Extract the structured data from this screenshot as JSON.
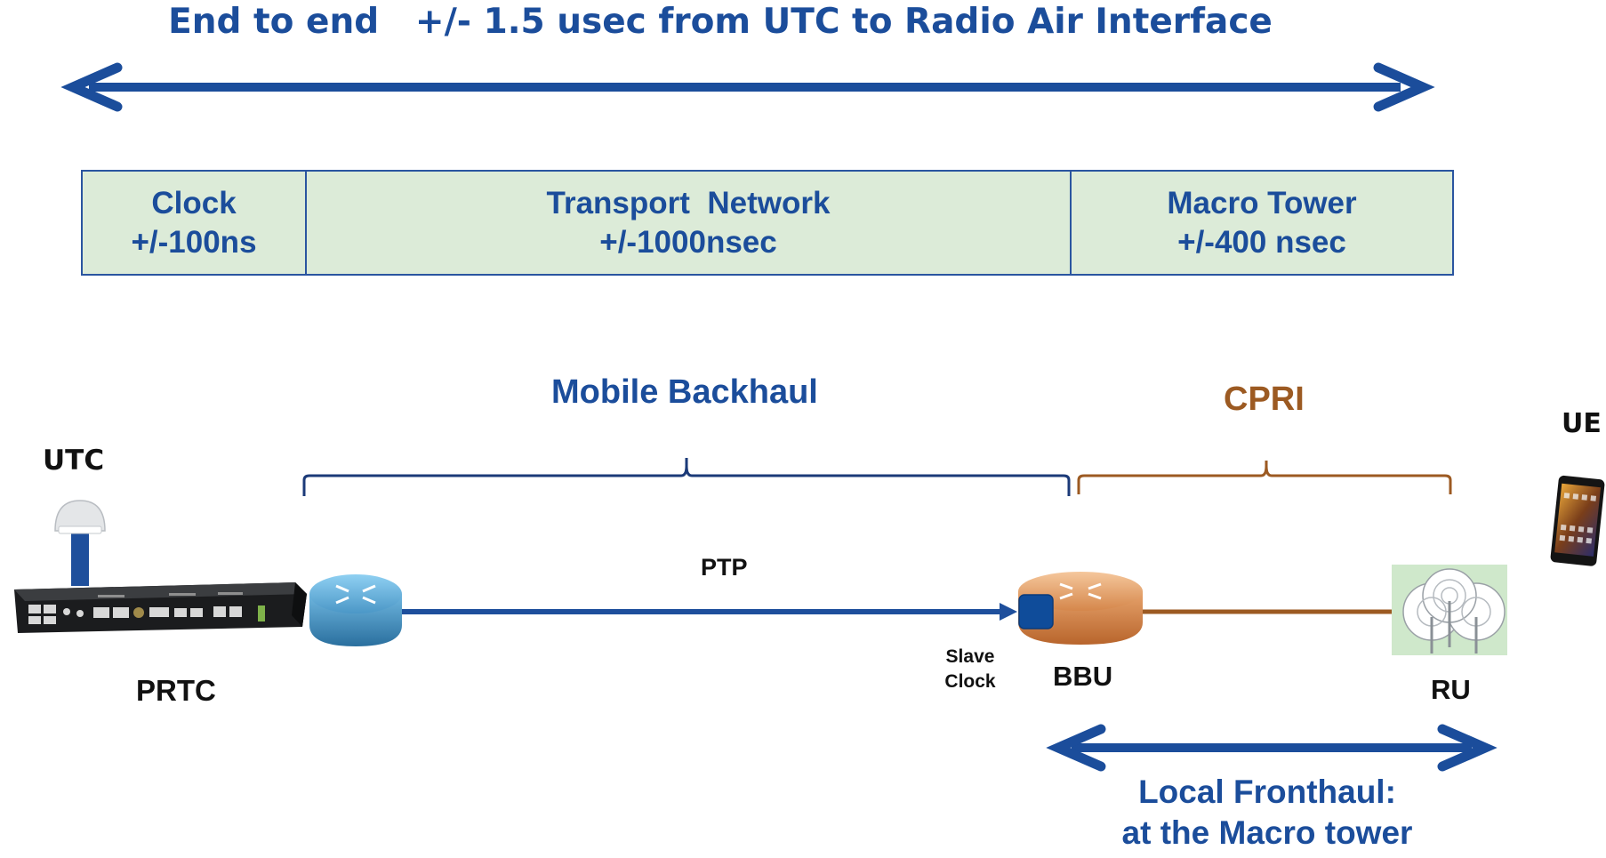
{
  "title": "End to end   +/- 1.5 usec from UTC to Radio Air Interface",
  "budget": [
    {
      "name": "Clock",
      "value": "+/-100ns"
    },
    {
      "name": "Transport  Network",
      "value": "+/-1000nsec"
    },
    {
      "name": "Macro Tower",
      "value": "+/-400 nsec"
    }
  ],
  "labels": {
    "mobile_backhaul": "Mobile Backhaul",
    "cpri": "CPRI",
    "ue": "UE",
    "utc": "UTC",
    "ptp": "PTP",
    "prtc": "PRTC",
    "slave_clock_line1": "Slave",
    "slave_clock_line2": "Clock",
    "bbu": "BBU",
    "ru": "RU",
    "fronthaul_line1": "Local Fronthaul:",
    "fronthaul_line2": "at the Macro tower"
  },
  "icons": {
    "gps_antenna": "gps-antenna-icon",
    "prtc_device": "prtc-clock-device-icon",
    "router": "router-icon",
    "bbu": "bbu-router-icon",
    "ru": "radio-unit-antennas-icon",
    "ue": "smartphone-icon"
  },
  "colors": {
    "accent_blue": "#1b4d9b",
    "cpri_brown": "#9c5a22",
    "table_fill": "#dcebd8"
  }
}
